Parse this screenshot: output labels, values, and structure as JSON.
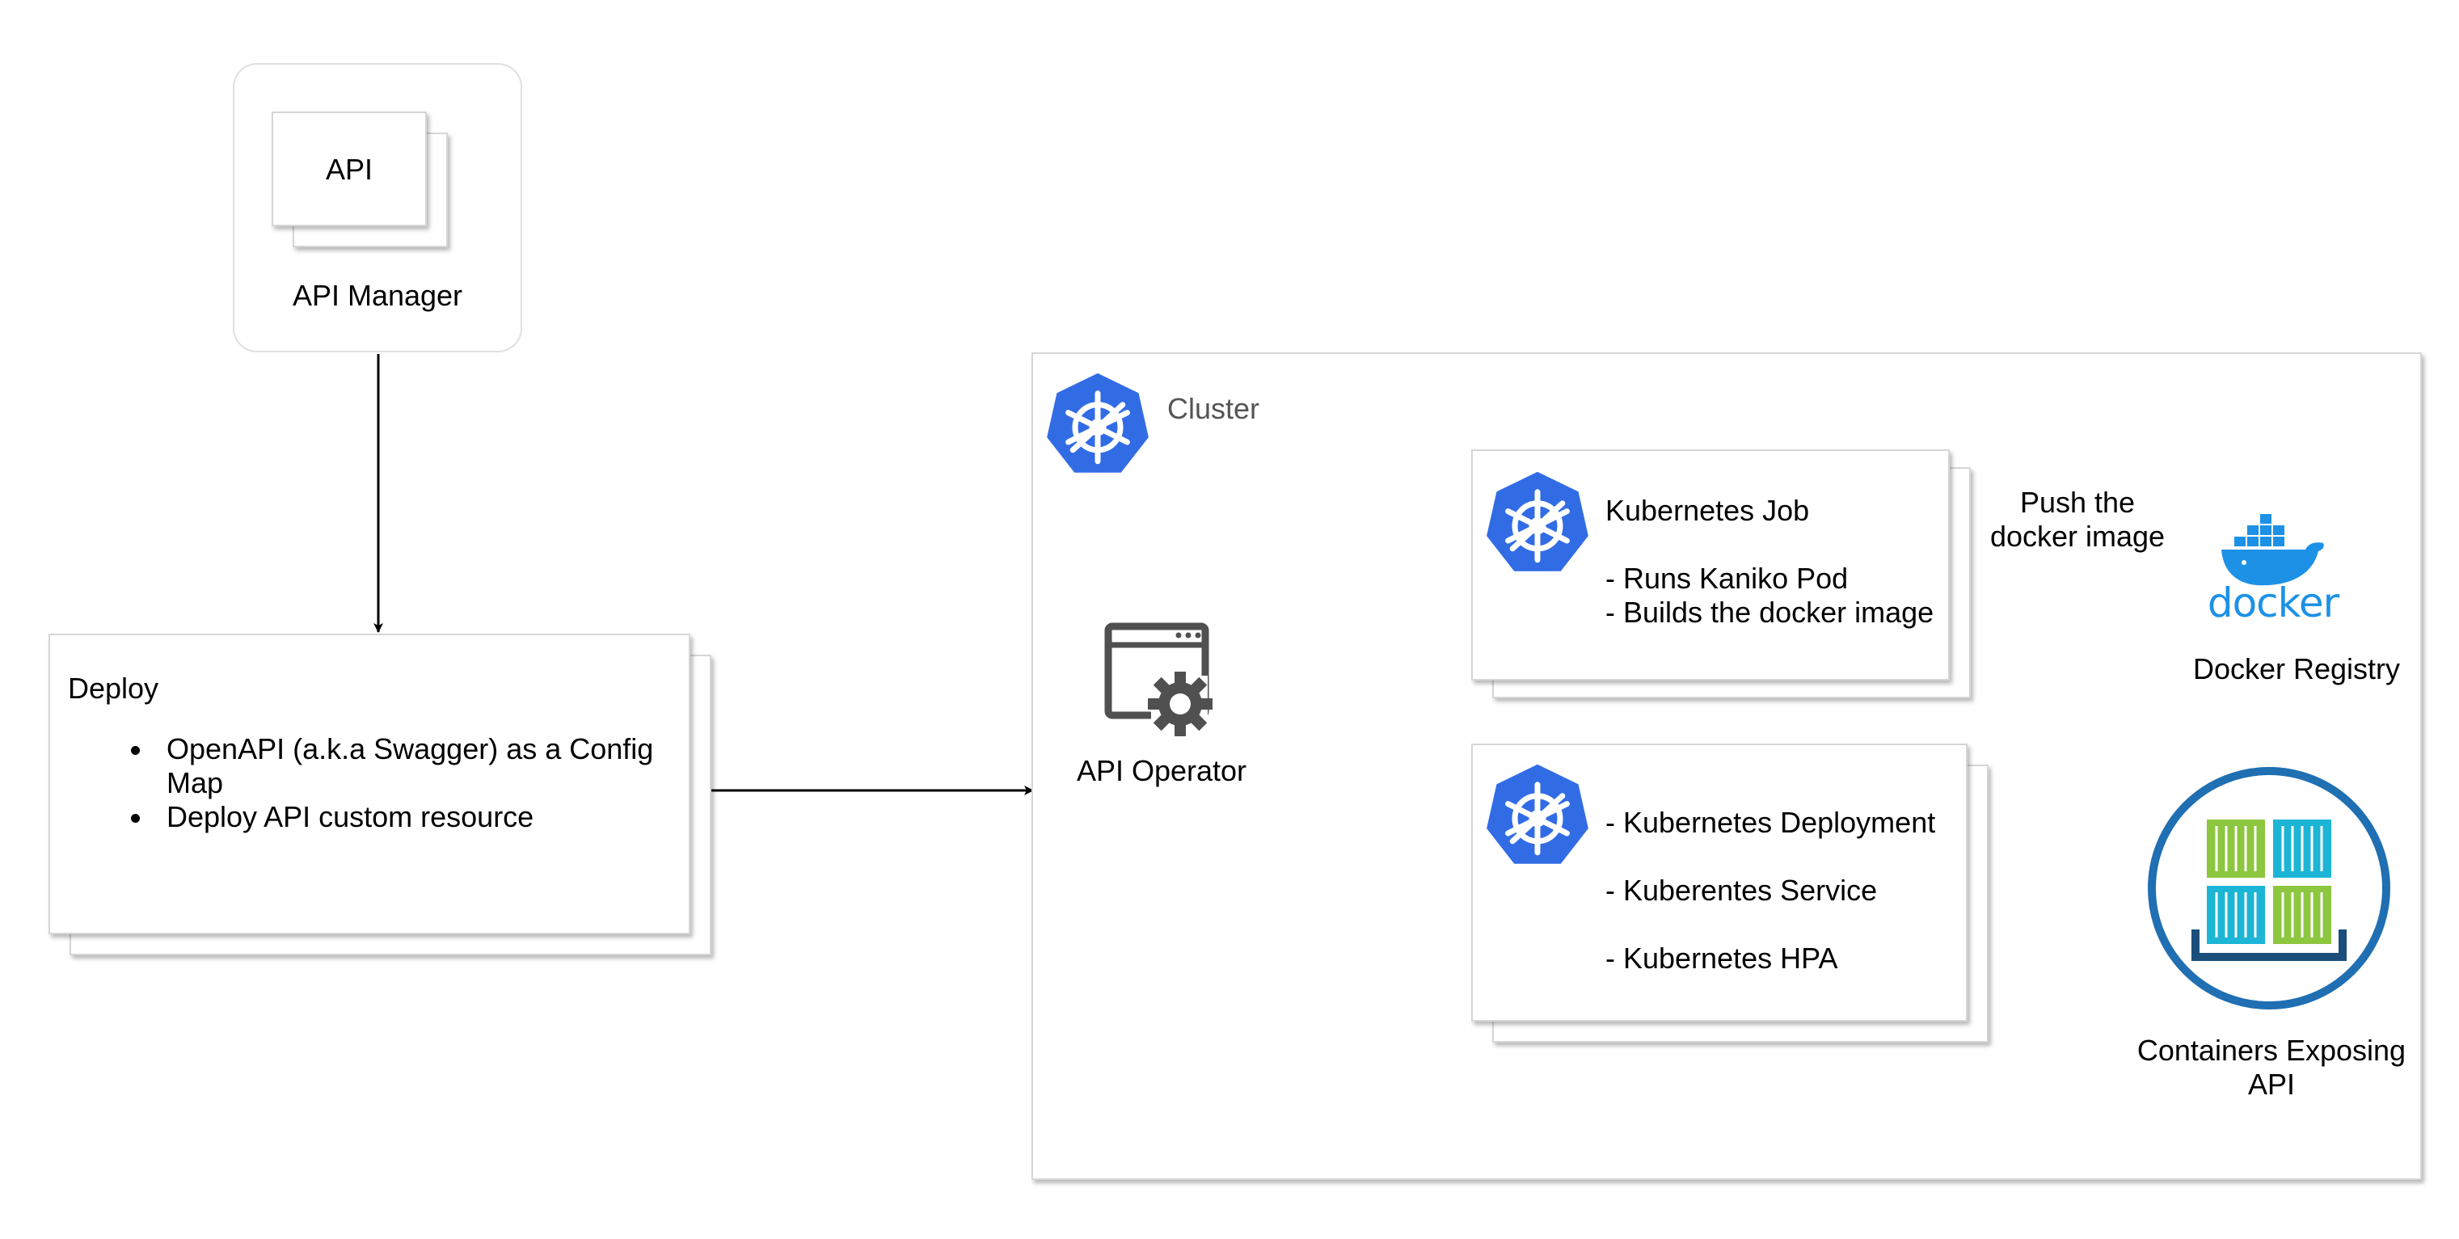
{
  "api_manager": {
    "api_label": "API",
    "title": "API Manager"
  },
  "deploy": {
    "title": "Deploy",
    "bullets": [
      "OpenAPI (a.k.a Swagger) as a Config",
      "Map",
      "Deploy API custom resource"
    ]
  },
  "cluster": {
    "label": "Cluster",
    "operator_label": "API Operator",
    "job": {
      "title": "Kubernetes Job",
      "line1": "- Runs Kaniko Pod",
      "line2": "- Builds the docker image"
    },
    "resources": {
      "line1": "- Kubernetes Deployment",
      "line2": "- Kuberentes Service",
      "line3": "- Kubernetes HPA"
    }
  },
  "push_label": {
    "line1": "Push the",
    "line2": "docker image"
  },
  "docker": {
    "wordmark": "docker",
    "label": "Docker Registry"
  },
  "containers": {
    "line1": "Containers Exposing",
    "line2": "API"
  },
  "colors": {
    "kubernetes_blue": "#326CE5",
    "docker_blue": "#1D91E6",
    "container_green": "#8DC63F",
    "container_cyan": "#1CB5D6",
    "ring_blue": "#1F6FB2",
    "card_border": "#d6d6d6",
    "arrow": "#000000"
  },
  "icons": [
    "kubernetes-icon",
    "docker-whale-icon",
    "app-gear-icon",
    "containers-icon"
  ]
}
